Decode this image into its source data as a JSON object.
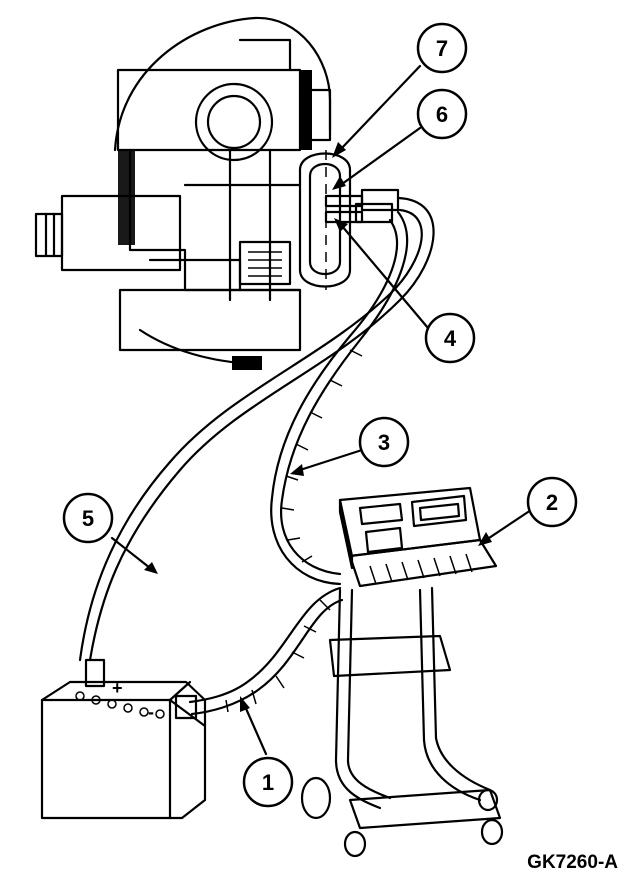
{
  "figure_id": "GK7260-A",
  "callouts": [
    {
      "number": "1"
    },
    {
      "number": "2"
    },
    {
      "number": "3"
    },
    {
      "number": "4"
    },
    {
      "number": "5"
    },
    {
      "number": "6"
    },
    {
      "number": "7"
    }
  ],
  "battery_terminals": {
    "positive": "+",
    "negative": "-"
  },
  "colors": {
    "ink": "#000000",
    "paper": "#ffffff"
  }
}
